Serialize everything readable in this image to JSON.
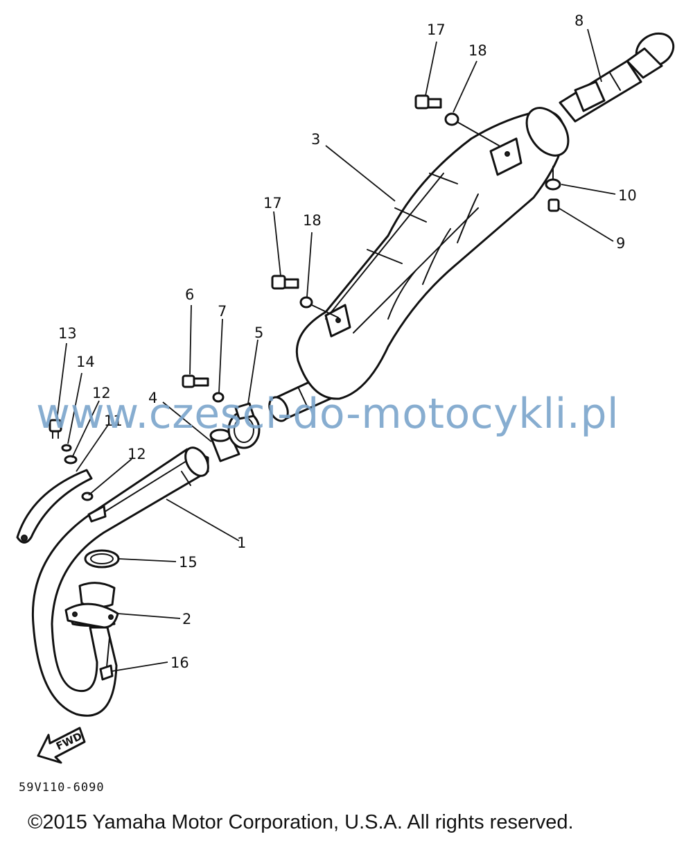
{
  "diagram_code": "59V110-6090",
  "copyright": "©2015 Yamaha Motor Corporation, U.S.A. All rights reserved.",
  "watermark": "www.czesci-do-motocykli.pl",
  "direction_label": "FWD",
  "callouts": [
    {
      "id": "c1",
      "label": "1"
    },
    {
      "id": "c2",
      "label": "2"
    },
    {
      "id": "c3",
      "label": "3"
    },
    {
      "id": "c4",
      "label": "4"
    },
    {
      "id": "c5",
      "label": "5"
    },
    {
      "id": "c6",
      "label": "6"
    },
    {
      "id": "c7",
      "label": "7"
    },
    {
      "id": "c8",
      "label": "8"
    },
    {
      "id": "c9",
      "label": "9"
    },
    {
      "id": "c10",
      "label": "10"
    },
    {
      "id": "c11",
      "label": "11"
    },
    {
      "id": "c12a",
      "label": "12"
    },
    {
      "id": "c12b",
      "label": "12"
    },
    {
      "id": "c13",
      "label": "13"
    },
    {
      "id": "c14",
      "label": "14"
    },
    {
      "id": "c15",
      "label": "15"
    },
    {
      "id": "c16",
      "label": "16"
    },
    {
      "id": "c17a",
      "label": "17"
    },
    {
      "id": "c17b",
      "label": "17"
    },
    {
      "id": "c18a",
      "label": "18"
    },
    {
      "id": "c18b",
      "label": "18"
    }
  ]
}
